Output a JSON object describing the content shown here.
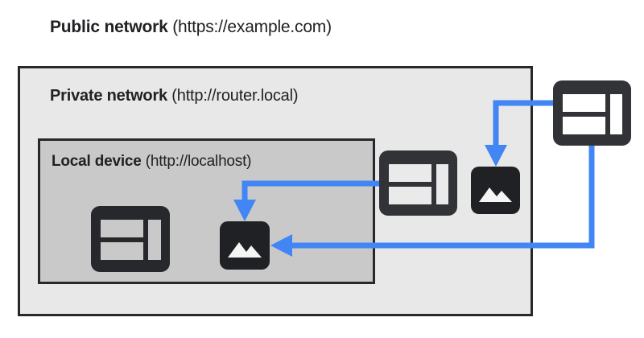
{
  "diagram": {
    "type": "network-boundary-diagram",
    "background_color": "#ffffff",
    "accent_color": "#4285f4",
    "icon_color": "#26282b"
  },
  "zones": {
    "public": {
      "label_strong": "Public network",
      "label_light": " (https://example.com)",
      "url": "https://example.com",
      "fill": "#ffffff"
    },
    "private": {
      "label_strong": "Private network",
      "label_light": " (http://router.local)",
      "url": "http://router.local",
      "fill": "#e8e8e8",
      "border": "#26282b"
    },
    "local": {
      "label_strong": "Local device",
      "label_light": " (http://localhost)",
      "url": "http://localhost",
      "fill": "#c9c9c9",
      "border": "#26282b"
    }
  },
  "nodes": [
    {
      "id": "browser-local",
      "icon": "browser-window-icon",
      "zone": "local",
      "alt": "Browser in local device"
    },
    {
      "id": "image-local",
      "icon": "image-resource-icon",
      "zone": "local",
      "alt": "Image resource on local device"
    },
    {
      "id": "browser-private",
      "icon": "browser-window-icon",
      "zone": "private",
      "alt": "Browser in private network"
    },
    {
      "id": "image-private",
      "icon": "image-resource-icon",
      "zone": "private",
      "alt": "Image resource on private network"
    },
    {
      "id": "browser-public",
      "icon": "browser-window-icon",
      "zone": "public",
      "alt": "Browser on public network"
    }
  ],
  "connections": [
    {
      "id": "public-to-private-image",
      "from": "browser-public",
      "to": "image-private",
      "color": "#4285f4",
      "arrow": "down"
    },
    {
      "id": "private-to-local-image",
      "from": "browser-private",
      "to": "image-local",
      "color": "#4285f4",
      "arrow": "down"
    },
    {
      "id": "public-to-local-image",
      "from": "browser-public",
      "to": "image-local",
      "color": "#4285f4",
      "arrow": "left"
    }
  ]
}
